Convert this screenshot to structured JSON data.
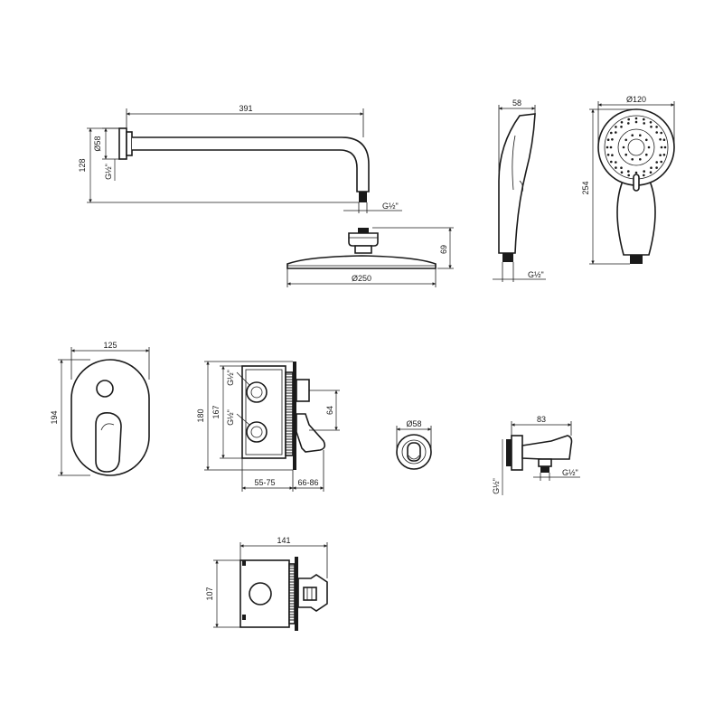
{
  "labels": {
    "arm_length": "391",
    "arm_dia": "Ø58",
    "arm_height": "128",
    "arm_thread": "G½\"",
    "arm_outlet_thread": "G½\"",
    "head_dia": "Ø250",
    "head_height": "69",
    "hand_side_width": "58",
    "hand_side_thread": "G½\"",
    "hand_face_dia": "Ø120",
    "hand_length": "254",
    "plate_width": "125",
    "plate_height": "194",
    "box_height_outer": "180",
    "box_height_inner": "167",
    "box_thread_top": "G½\"",
    "box_thread_bottom": "G½\"",
    "box_spacing": "64",
    "box_depth_range": "55-75",
    "lever_depth_range": "66-86",
    "outlet_dia": "Ø58",
    "holder_length": "83",
    "holder_thread_left": "G½\"",
    "holder_thread_right": "G½\"",
    "body_width": "141",
    "body_height": "107"
  }
}
